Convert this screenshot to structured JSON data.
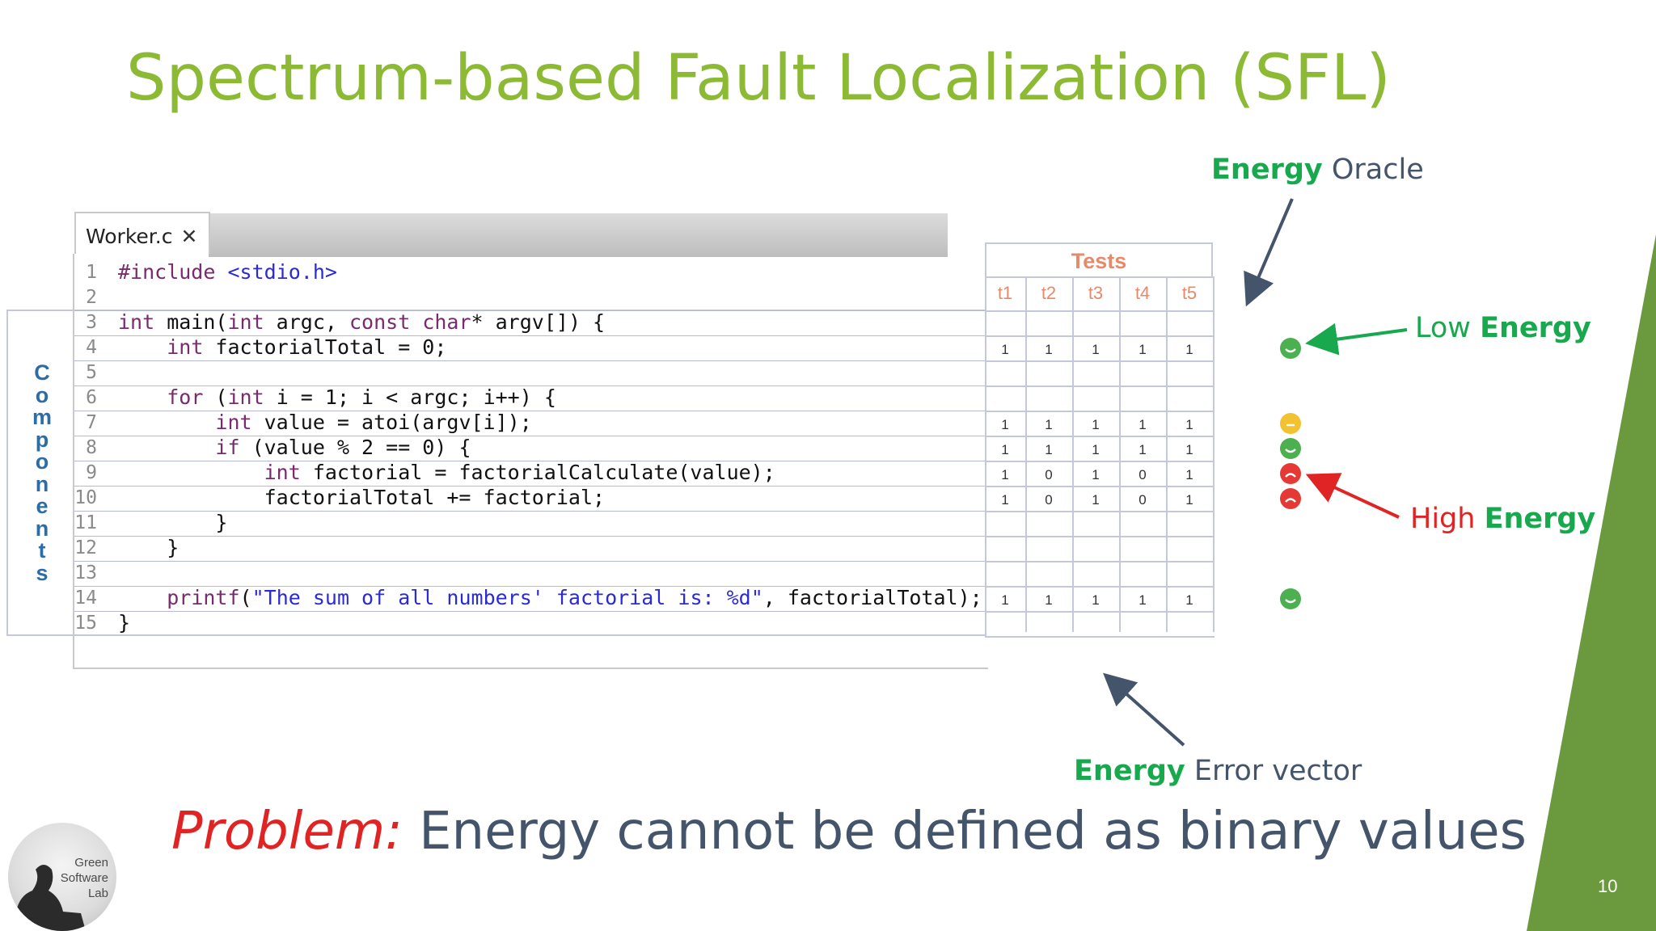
{
  "slide": {
    "title": "Spectrum-based Fault Localization (SFL)",
    "page_number": "10",
    "problem_label": "Problem:",
    "problem_text": " Energy cannot be defined as binary values"
  },
  "editor": {
    "tab_title": "Worker.c",
    "lines": [
      {
        "num": "1",
        "text": "#include <stdio.h>"
      },
      {
        "num": "2",
        "text": ""
      },
      {
        "num": "3",
        "text": "int main(int argc, const char* argv[]) {"
      },
      {
        "num": "4",
        "text": "    int factorialTotal = 0;"
      },
      {
        "num": "5",
        "text": ""
      },
      {
        "num": "6",
        "text": "    for (int i = 1; i < argc; i++) {"
      },
      {
        "num": "7",
        "text": "        int value = atoi(argv[i]);"
      },
      {
        "num": "8",
        "text": "        if (value % 2 == 0) {"
      },
      {
        "num": "9",
        "text": "            int factorial = factorialCalculate(value);"
      },
      {
        "num": "10",
        "text": "            factorialTotal += factorial;"
      },
      {
        "num": "11",
        "text": "        }"
      },
      {
        "num": "12",
        "text": "    }"
      },
      {
        "num": "13",
        "text": ""
      },
      {
        "num": "14",
        "text": "    printf(\"The sum of all numbers' factorial is: %d\", factorialTotal);"
      },
      {
        "num": "15",
        "text": "}"
      }
    ]
  },
  "components_label": [
    "C",
    "o",
    "m",
    "p",
    "o",
    "n",
    "e",
    "n",
    "t",
    "s"
  ],
  "tests": {
    "header": "Tests",
    "columns": [
      "t1",
      "t2",
      "t3",
      "t4",
      "t5"
    ],
    "rows": {
      "4": [
        "1",
        "1",
        "1",
        "1",
        "1"
      ],
      "7": [
        "1",
        "1",
        "1",
        "1",
        "1"
      ],
      "8": [
        "1",
        "1",
        "1",
        "1",
        "1"
      ],
      "9": [
        "1",
        "0",
        "1",
        "0",
        "1"
      ],
      "10": [
        "1",
        "0",
        "1",
        "0",
        "1"
      ],
      "14": [
        "1",
        "1",
        "1",
        "1",
        "1"
      ]
    }
  },
  "error_vector": [
    {
      "line": "4",
      "state": "happy",
      "color": "#4caf50"
    },
    {
      "line": "7",
      "state": "neutral",
      "color": "#f2c230"
    },
    {
      "line": "8",
      "state": "happy",
      "color": "#4caf50"
    },
    {
      "line": "9",
      "state": "sad",
      "color": "#e53935"
    },
    {
      "line": "10",
      "state": "sad",
      "color": "#e53935"
    },
    {
      "line": "14",
      "state": "happy",
      "color": "#4caf50"
    }
  ],
  "annotations": {
    "oracle_energy": "Energy",
    "oracle": "Oracle",
    "low": "Low",
    "low_energy": "Energy",
    "high": "High",
    "high_energy": "Energy",
    "error_energy": "Energy",
    "error_vector": "Error vector"
  },
  "logo": {
    "line1": "Green",
    "line2": "Software",
    "line3": "Lab"
  },
  "colors": {
    "title_green": "#8cba34",
    "accent_green": "#18a84e",
    "accent_red": "#e02424",
    "slide_side_green": "#6b9a3e"
  }
}
